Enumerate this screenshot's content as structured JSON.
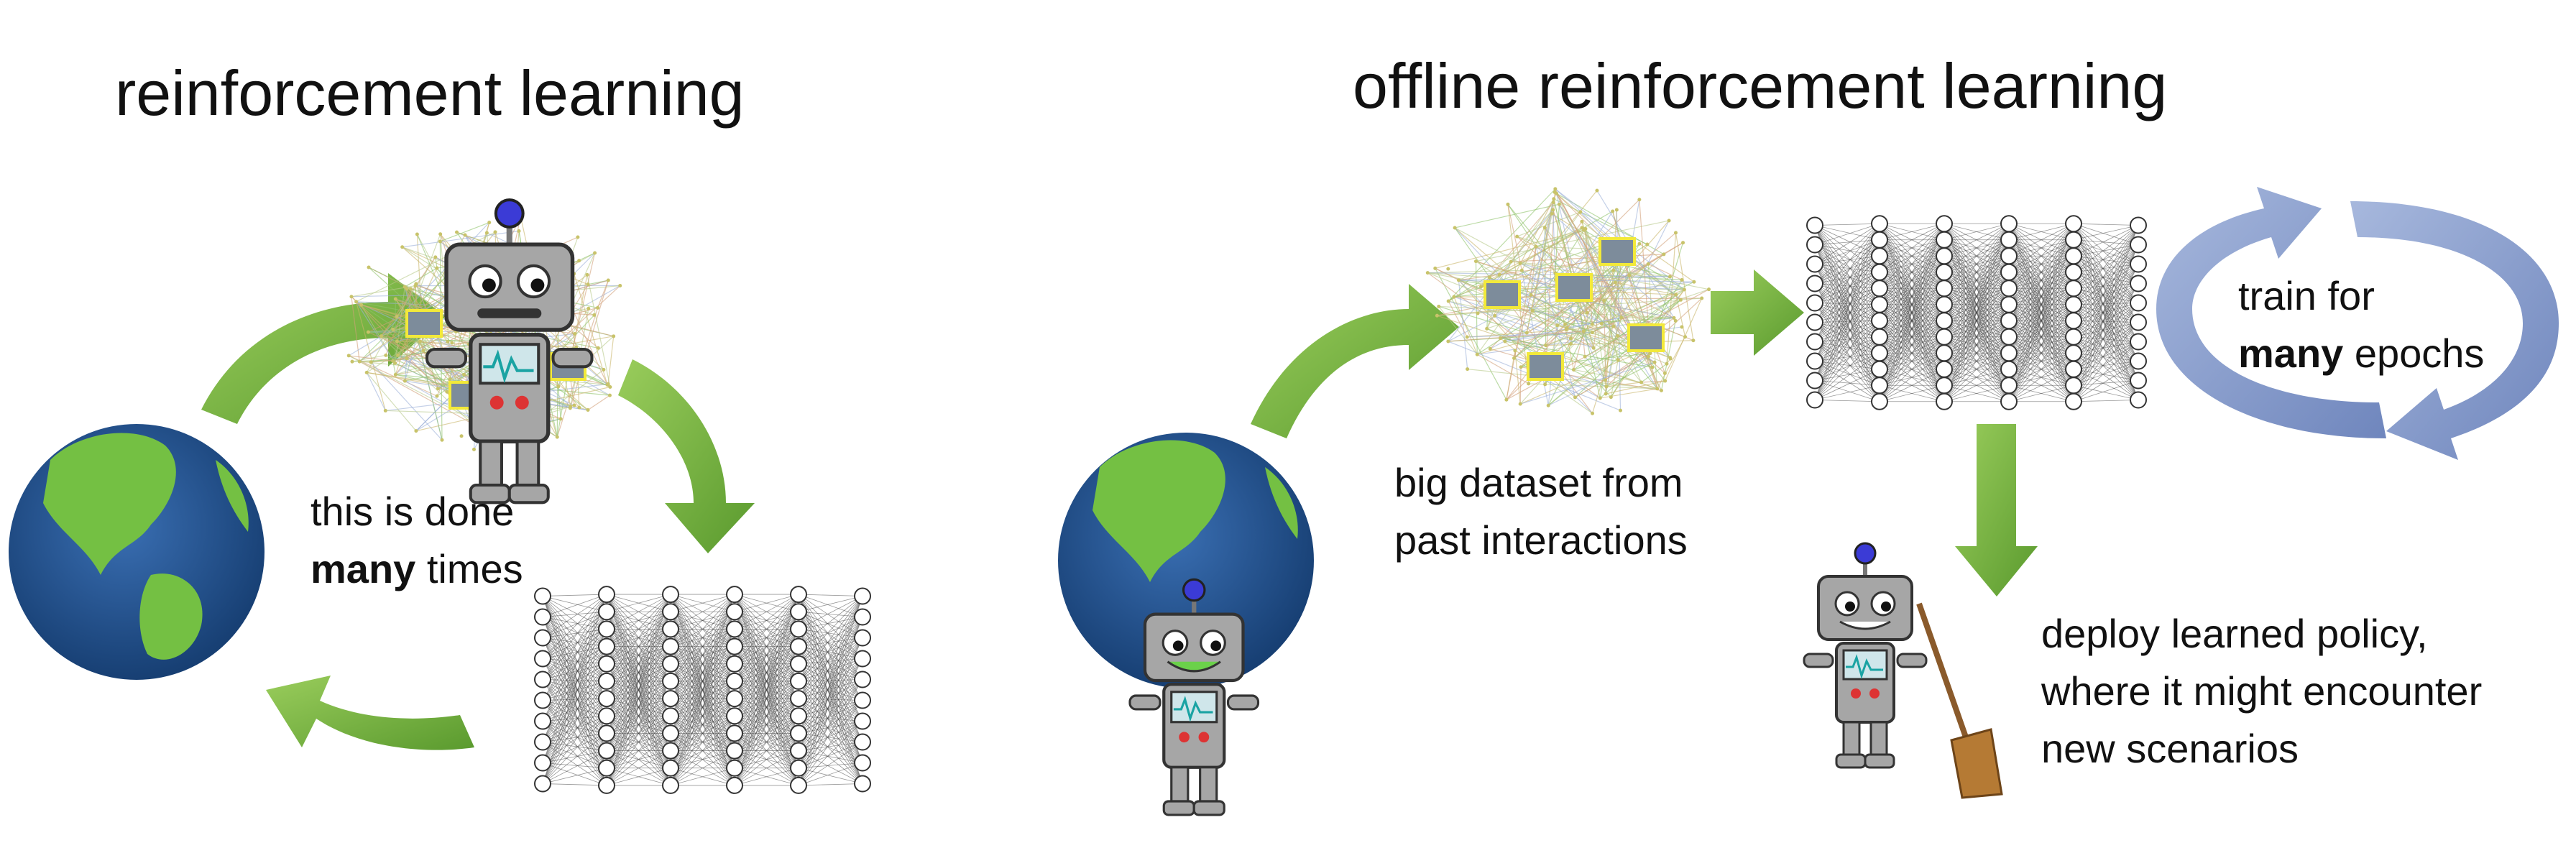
{
  "left_panel": {
    "title": "reinforcement learning",
    "loop_caption": {
      "line1": "this is done",
      "line2_bold": "many",
      "line2_rest": " times"
    }
  },
  "right_panel": {
    "title": "offline reinforcement learning",
    "dataset_caption": {
      "line1": "big dataset from",
      "line2": "past interactions"
    },
    "train_caption": {
      "line1": "train for",
      "line2_bold": "many",
      "line2_rest": " epochs"
    },
    "deploy_caption": {
      "line1": "deploy learned policy,",
      "line2": "where it might encounter",
      "line3": "new scenarios"
    }
  },
  "colors": {
    "green_arrow": "#6fa83a",
    "blue_arrow": "#8ea3cf",
    "ocean": "#1f4e8c",
    "land": "#74c043",
    "robot_gray": "#a6a6a6",
    "screen": "#cfe6ea"
  },
  "icons": [
    "earth-globe-icon",
    "robot-icon",
    "neural-network-icon",
    "graph-network-icon",
    "broom-icon"
  ]
}
